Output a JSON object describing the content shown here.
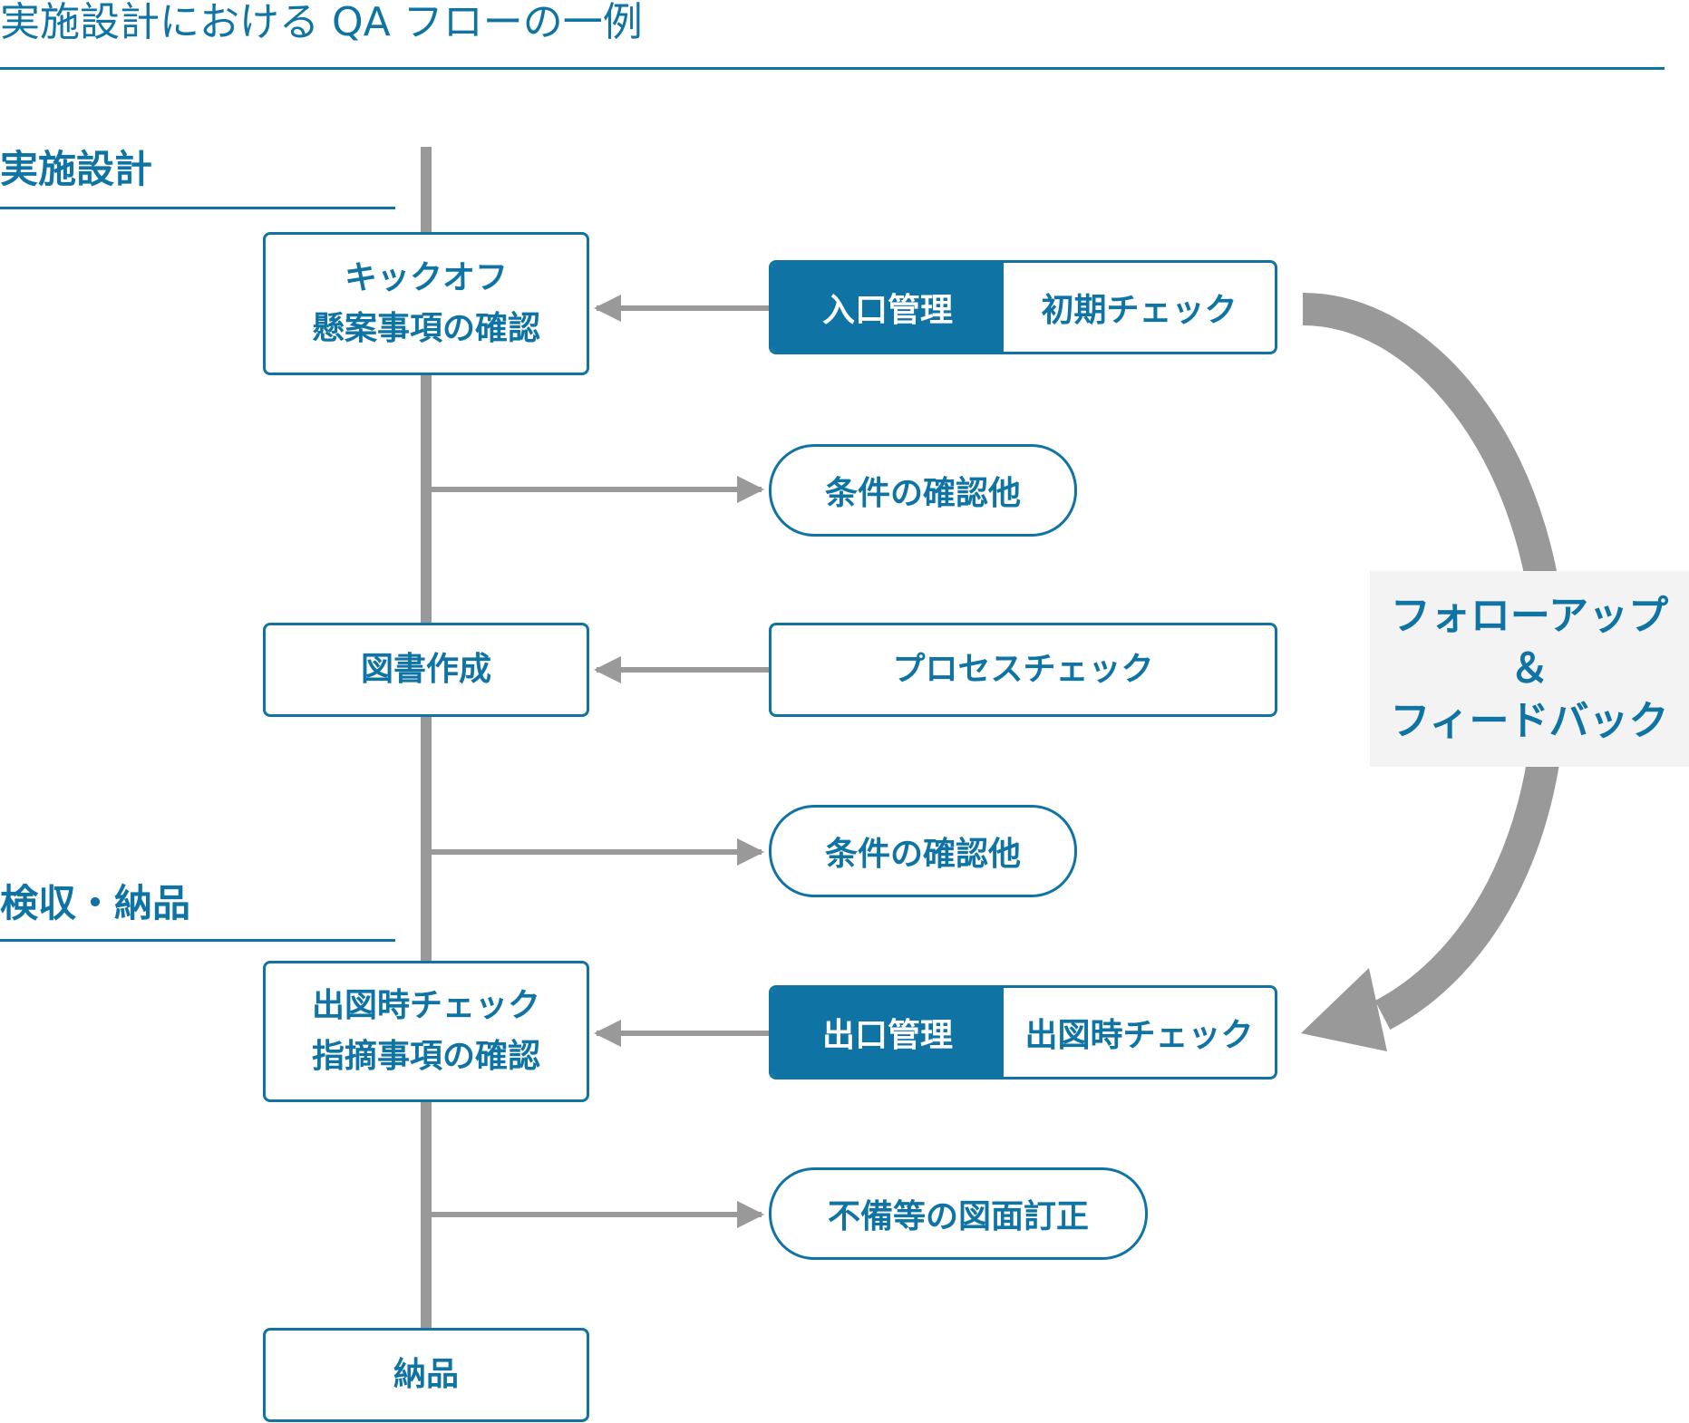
{
  "title": "実施設計における QA フローの一例",
  "sections": {
    "design": "実施設計",
    "acceptance": "検収・納品"
  },
  "flow": {
    "kickoff": {
      "line1": "キックオフ",
      "line2": "懸案事項の確認"
    },
    "drawing": "図書作成",
    "output_check": {
      "line1": "出図時チェック",
      "line2": "指摘事項の確認"
    },
    "delivery": "納品"
  },
  "checks": {
    "entrance": {
      "label": "入口管理",
      "detail": "初期チェック"
    },
    "process": "プロセスチェック",
    "exit": {
      "label": "出口管理",
      "detail": "出図時チェック"
    }
  },
  "feedback_outputs": {
    "conditions_1": "条件の確認他",
    "conditions_2": "条件の確認他",
    "corrections": "不備等の図面訂正"
  },
  "followup": {
    "line1": "フォローアップ",
    "line2": "＆",
    "line3": "フィードバック"
  },
  "colors": {
    "accent": "#0f74a3",
    "connector": "#999999",
    "feedback_bg": "#f3f3f3"
  }
}
